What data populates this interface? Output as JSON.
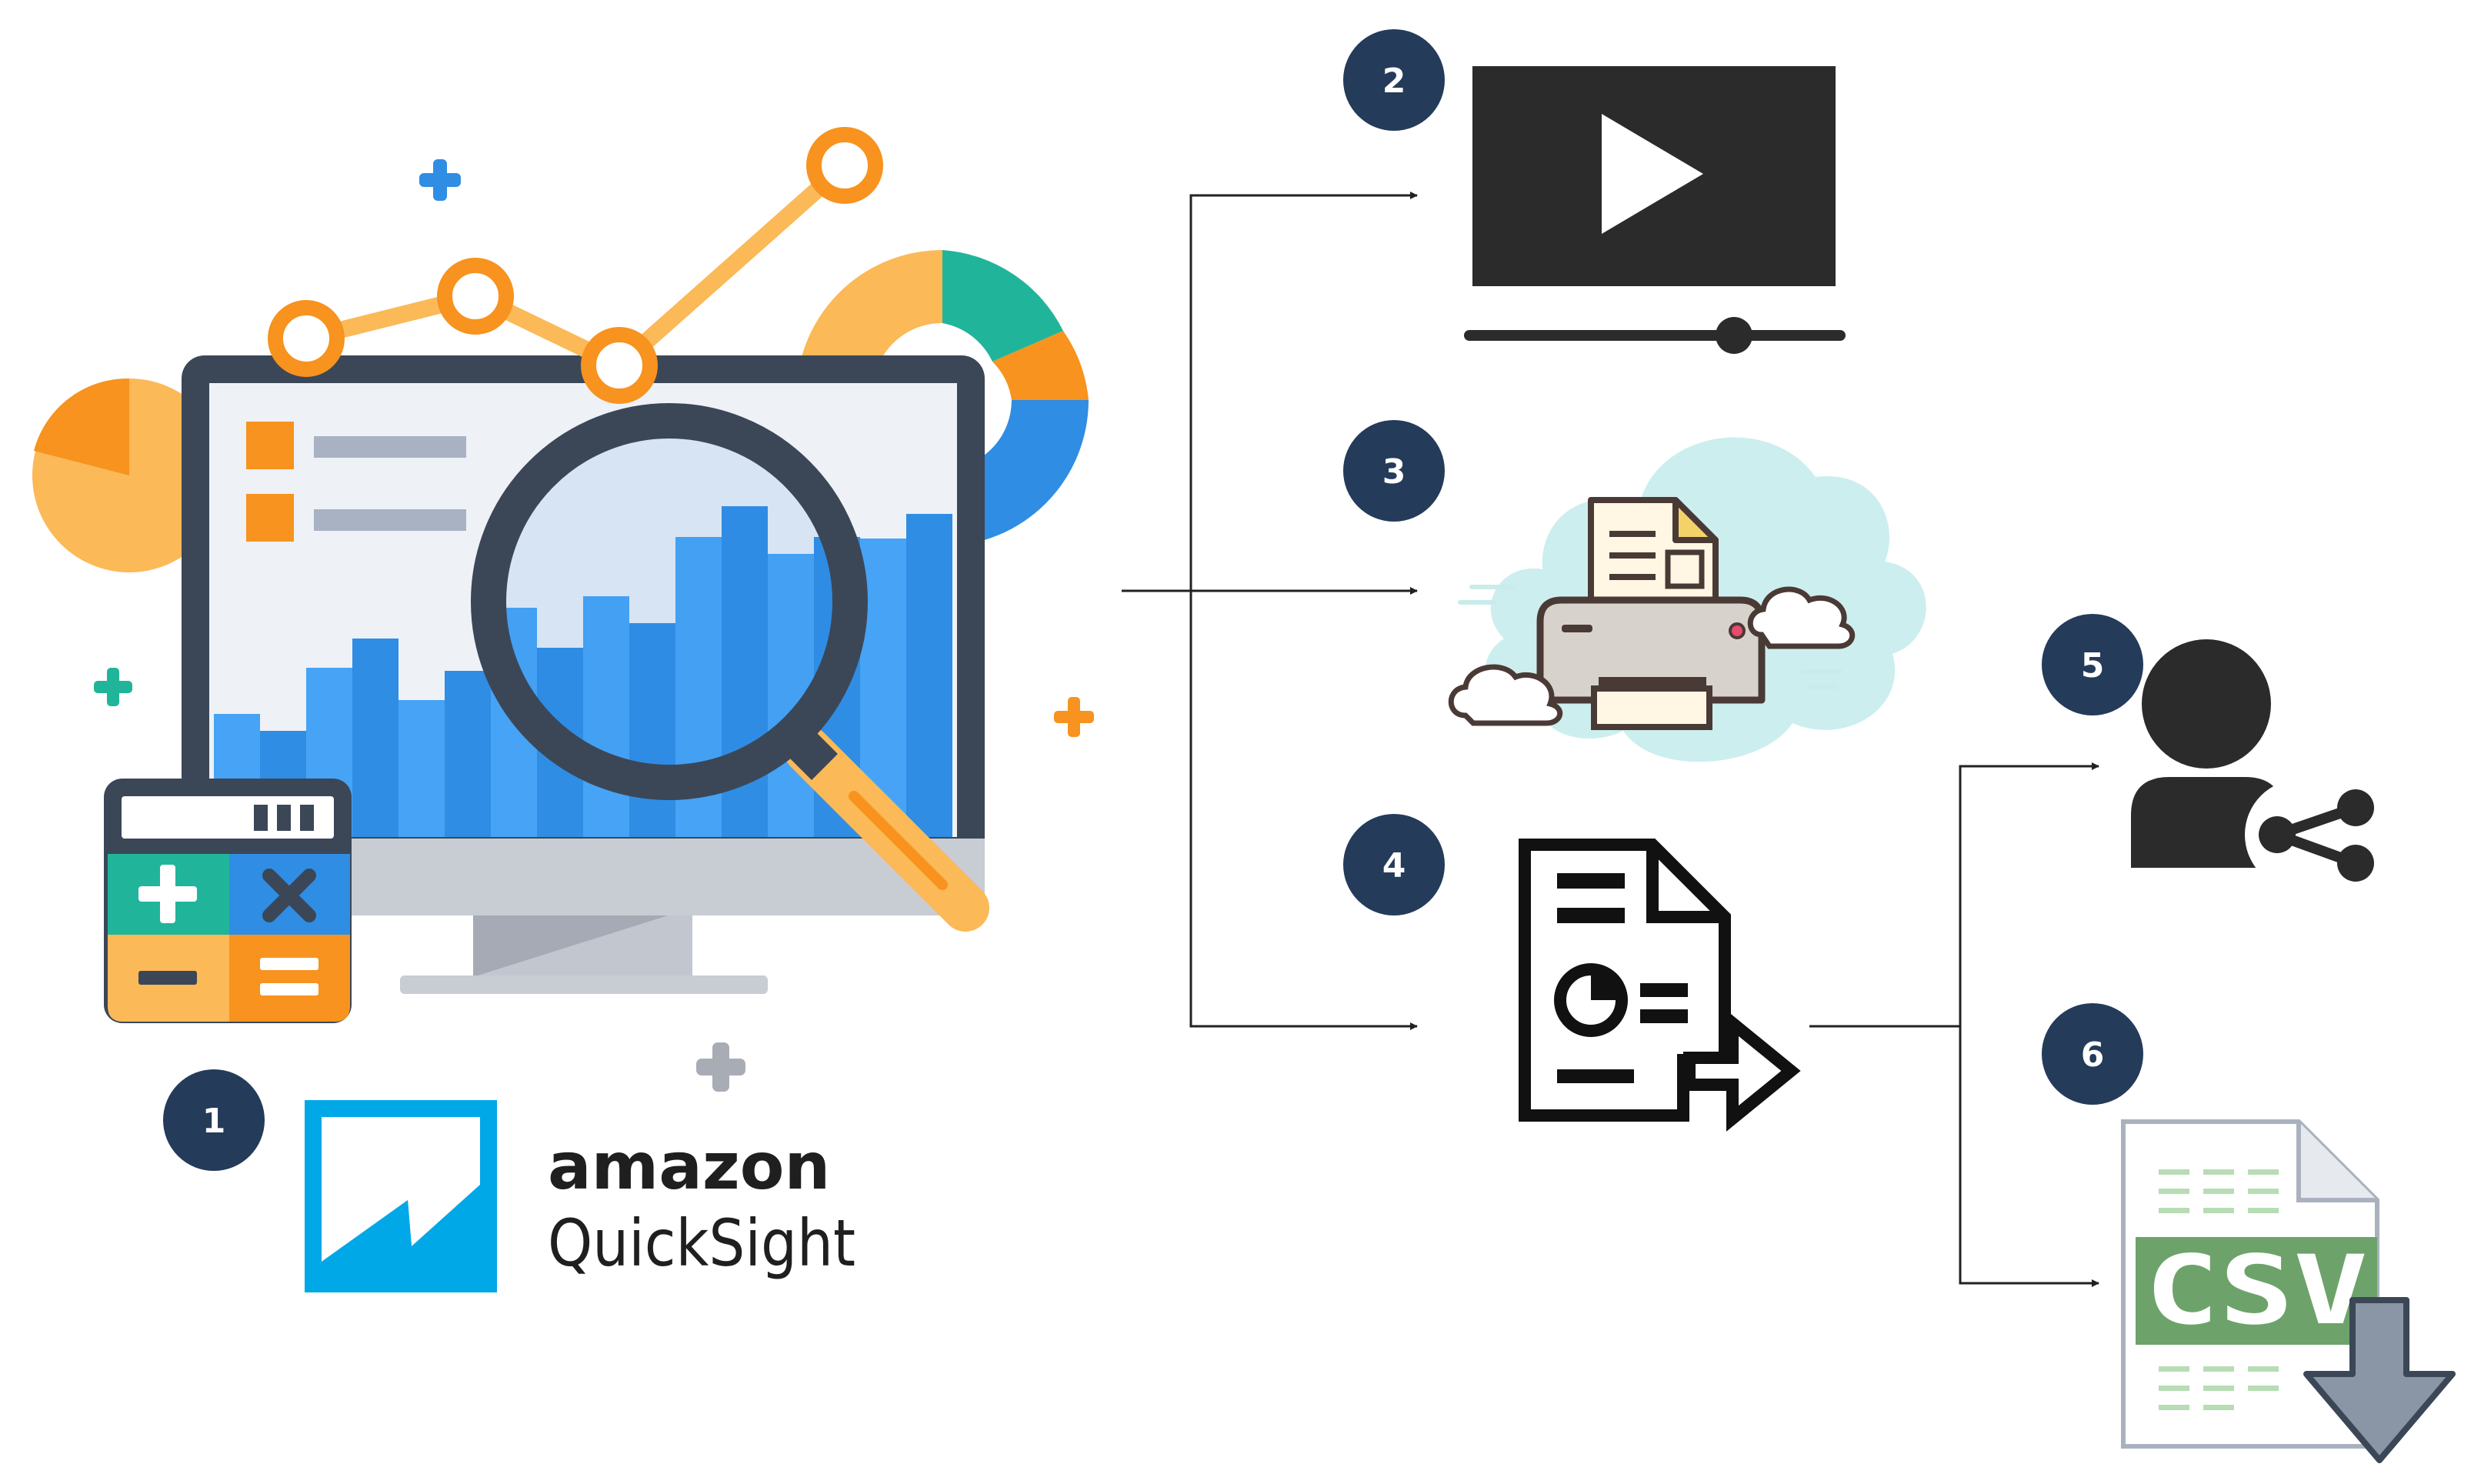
{
  "badges": [
    {
      "number": "1"
    },
    {
      "number": "2"
    },
    {
      "number": "3"
    },
    {
      "number": "4"
    },
    {
      "number": "5"
    },
    {
      "number": "6"
    }
  ],
  "brand": {
    "line1": "amazon",
    "line2": "QuickSight"
  },
  "csv_icon": {
    "label": "CSV"
  },
  "icons": {
    "dashboard": "analytics-dashboard-icon",
    "video": "video-player-icon",
    "print": "cloud-printer-icon",
    "report": "report-export-icon",
    "share": "user-share-icon",
    "csv": "csv-download-icon"
  },
  "colors": {
    "badge": "#243b5a",
    "orange": "#f7931e",
    "blue": "#2f8de4",
    "qs_blue": "#00a8e8",
    "csv_green": "#6da36a",
    "connector": "#222222"
  }
}
